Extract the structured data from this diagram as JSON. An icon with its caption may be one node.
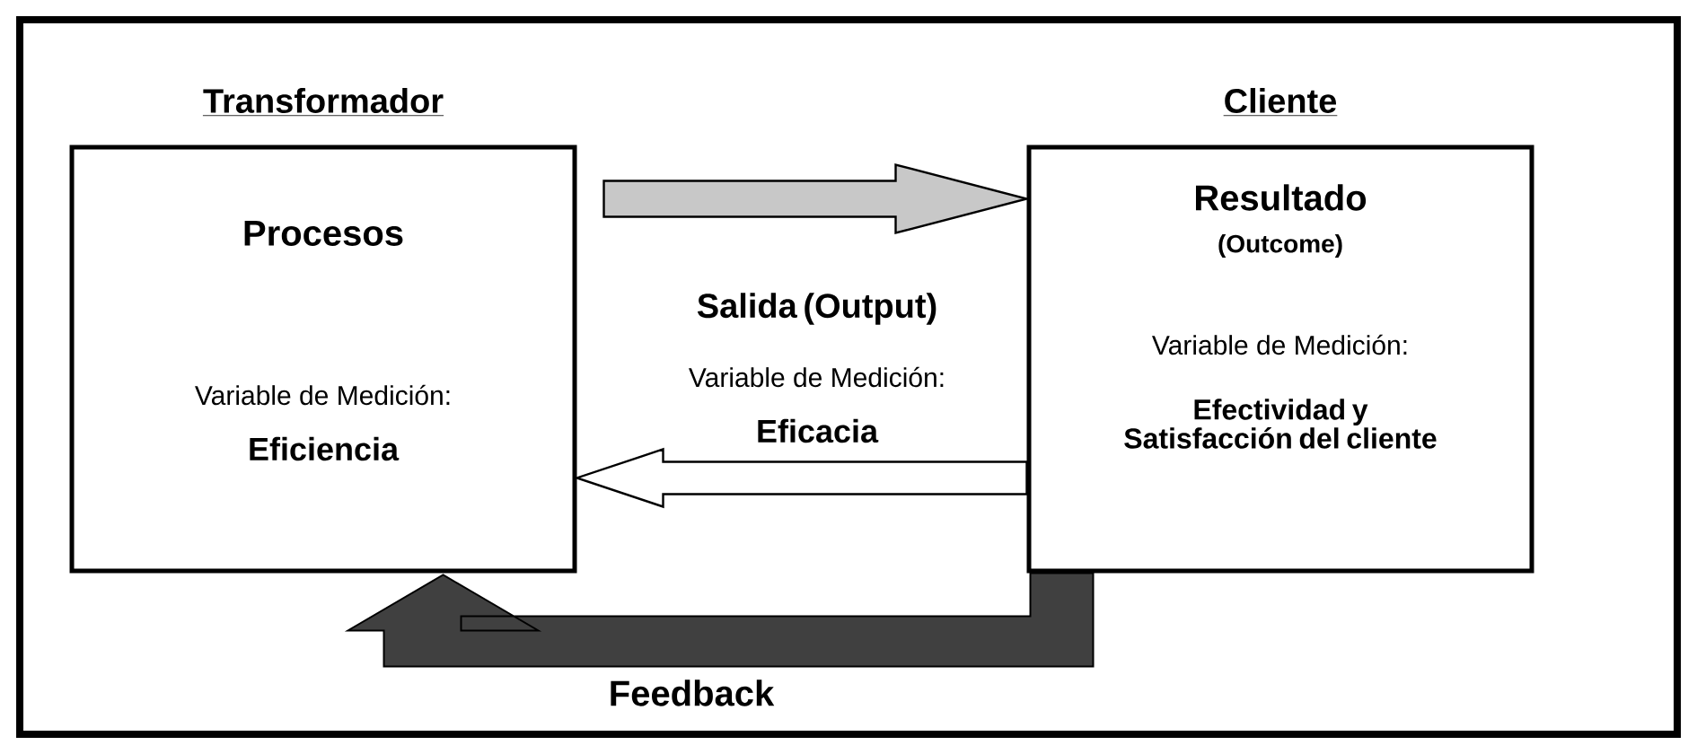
{
  "diagram": {
    "nodes": [
      {
        "text": [
          "Transformador",
          "Procesos",
          "Variable de Medición:",
          "Eficiencia"
        ]
      },
      {
        "text": [
          "Cliente",
          "Resultado",
          "(Outcome)",
          "Variable de Medición:",
          "Efectividad y Satisfacción del cliente"
        ]
      }
    ],
    "edges": [
      {
        "from": 0,
        "to": 1,
        "arrow": "to",
        "label": "Salida (Output)",
        "color": "#c8c8c8"
      },
      {
        "from": 1,
        "to": 0,
        "arrow": "to",
        "color": "#ffffff"
      },
      {
        "from": 1,
        "to": 0,
        "arrow": "to",
        "label": "Feedback",
        "style": "thick",
        "color": "#404040"
      }
    ],
    "labels": [
      "Variable de Medición:",
      "Eficacia"
    ]
  }
}
